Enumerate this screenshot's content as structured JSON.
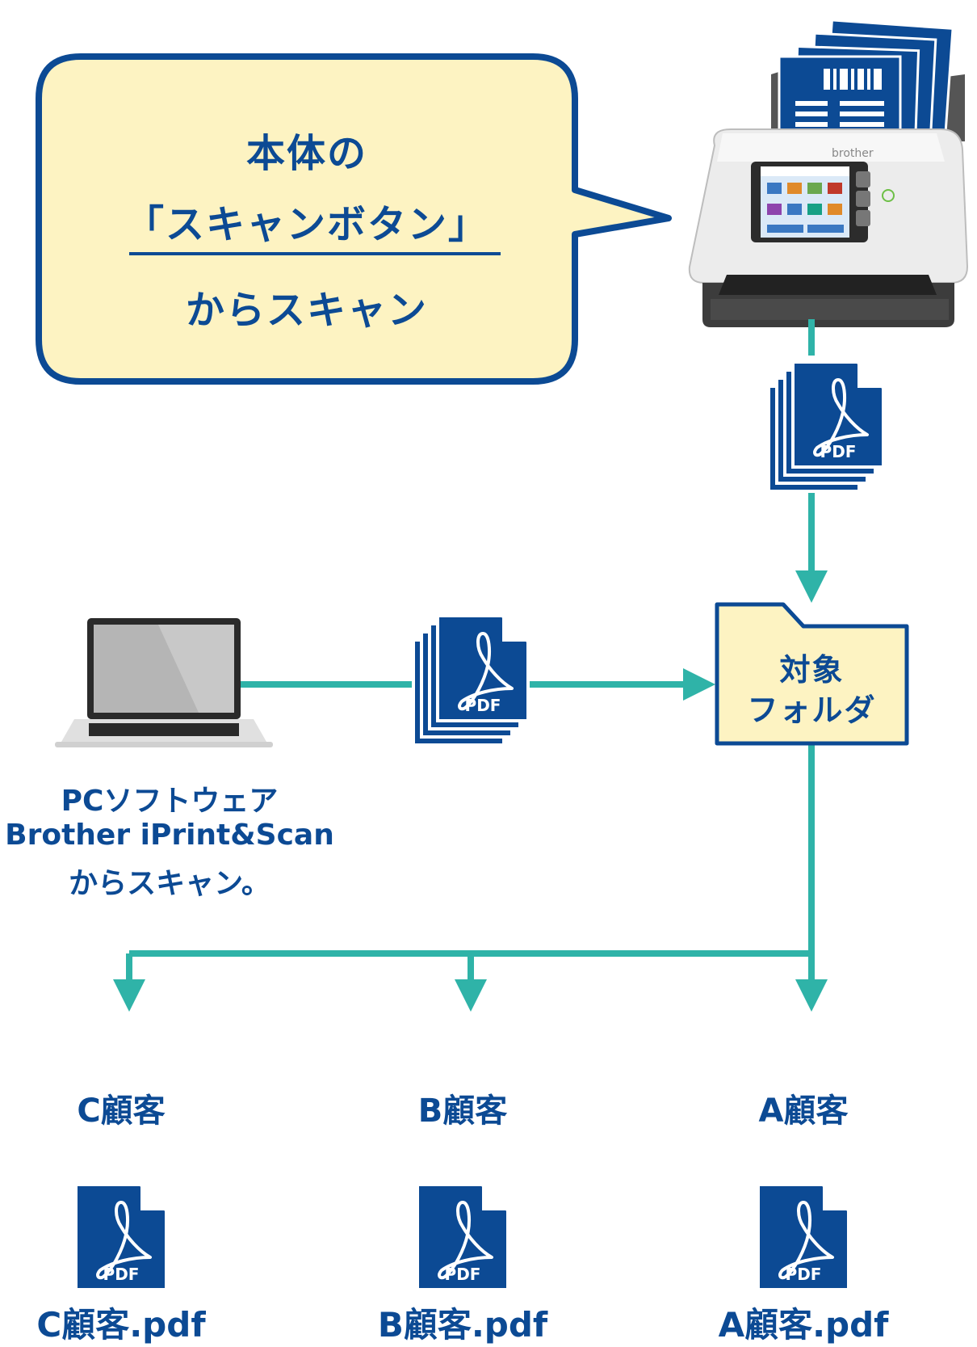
{
  "bubble": {
    "line1": "本体の",
    "line2": "「スキャンボタン」",
    "line3": "からスキャン"
  },
  "scanner": {
    "brand": "brother"
  },
  "folder": {
    "line1": "対象",
    "line2": "フォルダ"
  },
  "pc_caption": {
    "line1": "PCソフトウェア",
    "line2": "Brother iPrint&Scan",
    "line3": "からスキャン。"
  },
  "pdf_icon_label": "PDF",
  "customers": [
    {
      "label": "C顧客",
      "file": "C顧客.pdf"
    },
    {
      "label": "B顧客",
      "file": "B顧客.pdf"
    },
    {
      "label": "A顧客",
      "file": "A顧客.pdf"
    }
  ],
  "colors": {
    "primary_blue": "#0c4a94",
    "connector_teal": "#2fb3a8",
    "bubble_fill": "#fdf3c2",
    "folder_fill": "#fdf3c2"
  }
}
